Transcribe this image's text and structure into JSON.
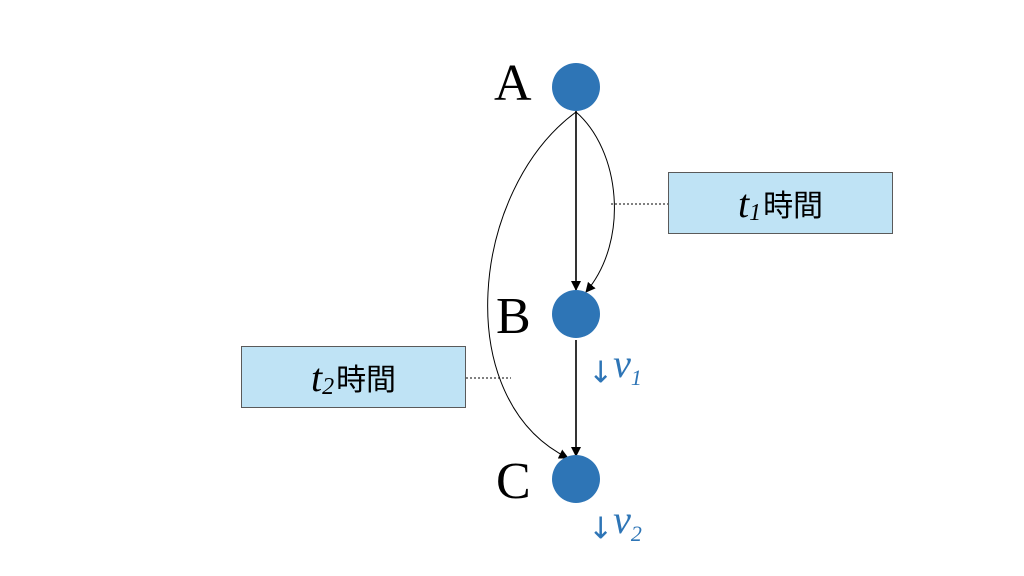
{
  "points": {
    "a": {
      "label": "A"
    },
    "b": {
      "label": "B"
    },
    "c": {
      "label": "C"
    }
  },
  "time_boxes": {
    "t1": {
      "var": "t",
      "sub": "1",
      "text": "時間"
    },
    "t2": {
      "var": "t",
      "sub": "2",
      "text": "時間"
    }
  },
  "velocities": {
    "v1": {
      "arrow": "↓",
      "var": "v",
      "sub": "1"
    },
    "v2": {
      "arrow": "↓",
      "var": "v",
      "sub": "2"
    }
  },
  "colors": {
    "node": "#2e75b6",
    "box_fill": "#bfe3f5",
    "velocity_text": "#2e75b6"
  }
}
